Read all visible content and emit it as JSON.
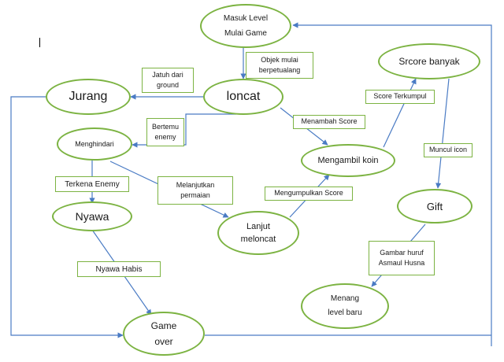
{
  "nodes": {
    "masuk": {
      "line1": "Masuk Level",
      "line2": "Mulai Game"
    },
    "loncat": "loncat",
    "jurang": "Jurang",
    "menghindari": "Menghindari",
    "nyawa": "Nyawa",
    "game_over": {
      "line1": "Game",
      "line2": "over"
    },
    "lanjut": {
      "line1": "Lanjut",
      "line2": "meloncat"
    },
    "mengambil_koin": "Mengambil koin",
    "score_banyak": "Srcore banyak",
    "gift": "Gift",
    "menang": {
      "line1": "Menang",
      "line2": "level baru"
    }
  },
  "labels": {
    "objek": {
      "line1": "Objek mulai",
      "line2": "berpetualang"
    },
    "jatuh": {
      "line1": "Jatuh dari",
      "line2": "ground"
    },
    "bertemu": {
      "line1": "Bertemu",
      "line2": "enemy"
    },
    "menambah": "Menambah Score",
    "terkumpul": "Score Terkumpul",
    "muncul": "Muncul icon",
    "terkena": "Terkena Enemy",
    "melanjutkan": {
      "line1": "Melanjutkan",
      "line2": "permaian"
    },
    "mengumpulkan": "Mengumpulkan Score",
    "gambar": {
      "line1": "Gambar huruf",
      "line2": "Asmaul Husna"
    },
    "nyawa_habis": "Nyawa Habis"
  },
  "colors": {
    "node_border": "#7cb342",
    "arrow": "#4a7bc4",
    "text": "#1a1a1a"
  }
}
